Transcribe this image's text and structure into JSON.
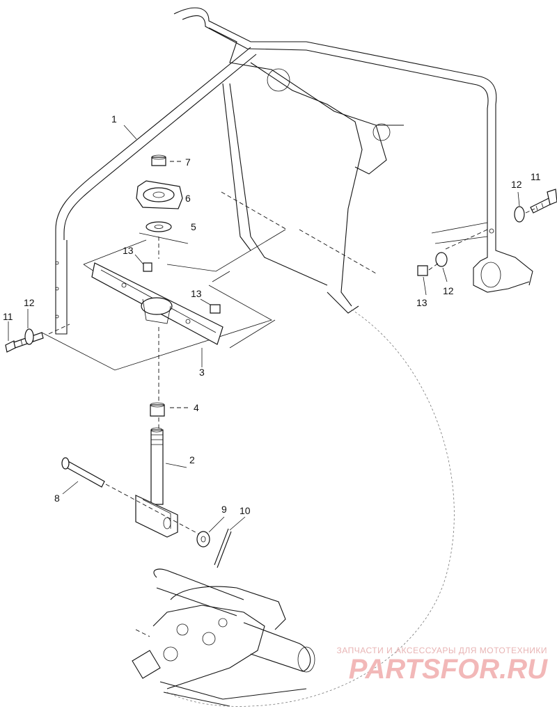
{
  "callouts": {
    "c1": "1",
    "c2": "2",
    "c3": "3",
    "c4": "4",
    "c5": "5",
    "c6": "6",
    "c7": "7",
    "c8": "8",
    "c9": "9",
    "c10": "10",
    "c11_left": "11",
    "c12_left": "12",
    "c13_left": "13",
    "c13_mid": "13",
    "c11_right": "11",
    "c12_right_top": "12",
    "c12_right_bottom": "12",
    "c13_right": "13"
  },
  "watermark": {
    "tagline": "ЗАПЧАСТИ И АКСЕССУАРЫ ДЛЯ МОТОТЕХНИКИ",
    "logo": "PARTSFOR.RU"
  }
}
